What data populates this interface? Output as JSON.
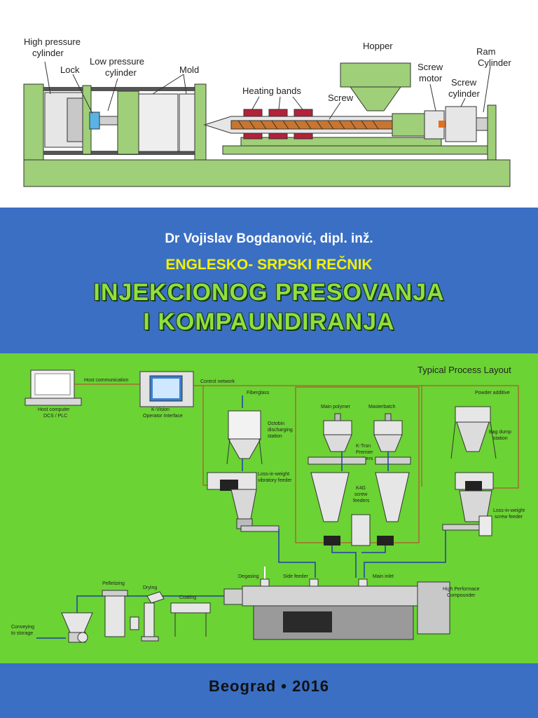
{
  "machine_labels": {
    "high_pressure_cylinder_1": "High pressure",
    "high_pressure_cylinder_2": "cylinder",
    "lock": "Lock",
    "low_pressure_cylinder_1": "Low pressure",
    "low_pressure_cylinder_2": "cylinder",
    "mold": "Mold",
    "heating_bands": "Heating bands",
    "screw": "Screw",
    "hopper": "Hopper",
    "screw_motor_1": "Screw",
    "screw_motor_2": "motor",
    "screw_cylinder_1": "Screw",
    "screw_cylinder_2": "cylinder",
    "ram_cylinder_1": "Ram",
    "ram_cylinder_2": "Cylinder"
  },
  "cover": {
    "author": "Dr Vojislav Bogdanović, dipl. inž.",
    "subtitle": "ENGLESKO- SRPSKI REČNIK",
    "title_line1": "INJEKCIONOG PRESOVANJA",
    "title_line2": "I KOMPAUNDIRANJA",
    "footer": "Beograd • 2016"
  },
  "process_labels": {
    "heading": "Typical Process Layout",
    "host_communication": "Host communication",
    "control_network": "Control network",
    "host_computer_1": "Host computer",
    "host_computer_2": "DCS / PLC",
    "kvision_1": "K-Vision",
    "kvision_2": "Operator Interface",
    "fiberglass": "Fiberglass",
    "octobin_1": "Octobin",
    "octobin_2": "discharging",
    "octobin_3": "station",
    "liw_vib_1": "Loss-in-weight",
    "liw_vib_2": "vibratory feeder",
    "main_polymer": "Main polymer",
    "masterbatch": "Masterbatch",
    "ktron_1": "K-Tron",
    "ktron_2": "Premier",
    "ktron_3": "receivers",
    "k4g_1": "K4G",
    "k4g_2": "screw",
    "k4g_3": "feeders",
    "powder_additive": "Powder additive",
    "bag_dump_1": "Bag dump",
    "bag_dump_2": "station",
    "liw_screw_1": "Loss-in-weight",
    "liw_screw_2": "screw feeder",
    "degasing": "Degasing",
    "side_feeder": "Side feeder",
    "main_inlet": "Main inlet",
    "pelletizing": "Pelletizing",
    "drying": "Drying",
    "coating": "Coating",
    "hpc_1": "High Performace",
    "hpc_2": "Compounder",
    "conveying_1": "Conveying",
    "conveying_2": "to storage"
  },
  "colors": {
    "machine_green": "#9fcf78",
    "cover_blue": "#3a6fc4",
    "diagram_green": "#6bd334",
    "subtitle_yellow": "#f2f200",
    "heating_band_red": "#b3213a",
    "control_line_red": "#c0392b",
    "flow_line_blue": "#1f3fa8"
  }
}
